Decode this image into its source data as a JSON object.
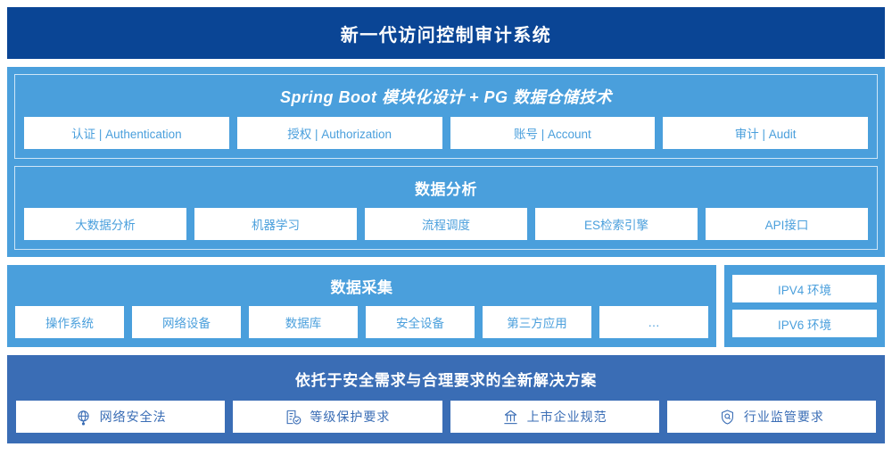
{
  "header": {
    "title": "新一代访问控制审计系统",
    "background": "#0A4595"
  },
  "platform": {
    "heading": "Spring Boot 模块化设计 + PG 数据仓储技术",
    "items": [
      {
        "label": "认证 | Authentication"
      },
      {
        "label": "授权 | Authorization"
      },
      {
        "label": "账号 | Account"
      },
      {
        "label": "审计 | Audit"
      }
    ]
  },
  "analysis": {
    "heading": "数据分析",
    "items": [
      {
        "label": "大数据分析"
      },
      {
        "label": "机器学习"
      },
      {
        "label": "流程调度"
      },
      {
        "label": "ES检索引擎"
      },
      {
        "label": "API接口"
      }
    ]
  },
  "collection": {
    "heading": "数据采集",
    "items": [
      {
        "label": "操作系统"
      },
      {
        "label": "网络设备"
      },
      {
        "label": "数据库"
      },
      {
        "label": "安全设备"
      },
      {
        "label": "第三方应用"
      },
      {
        "label": "…"
      }
    ]
  },
  "environment": {
    "items": [
      {
        "label": "IPV4 环境"
      },
      {
        "label": "IPV6 环境"
      }
    ]
  },
  "compliance": {
    "heading": "依托于安全需求与合理要求的全新解决方案",
    "items": [
      {
        "label": "网络安全法",
        "icon": "globe-network-icon"
      },
      {
        "label": "等级保护要求",
        "icon": "document-check-icon"
      },
      {
        "label": "上市企业规范",
        "icon": "bank-building-icon"
      },
      {
        "label": "行业监管要求",
        "icon": "shield-search-icon"
      }
    ]
  },
  "colors": {
    "header_navy": "#0A4595",
    "panel_blue": "#4A9FDC",
    "bottom_blue": "#3A6DB5",
    "chip_white": "#FFFFFF"
  }
}
